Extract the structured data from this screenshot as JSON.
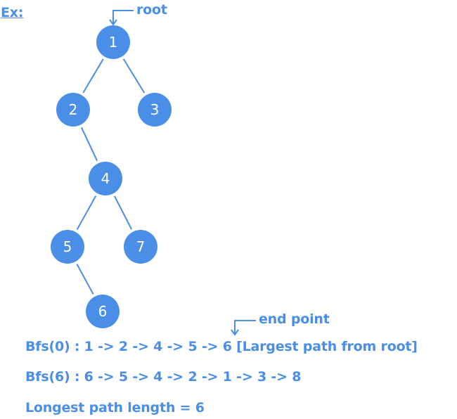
{
  "example_label": "Ex:",
  "annotations": {
    "root": "root",
    "end_point": "end point"
  },
  "tree": {
    "nodes": [
      {
        "id": "n1",
        "label": "1"
      },
      {
        "id": "n2",
        "label": "2"
      },
      {
        "id": "n3",
        "label": "3"
      },
      {
        "id": "n4",
        "label": "4"
      },
      {
        "id": "n5",
        "label": "5"
      },
      {
        "id": "n7",
        "label": "7"
      },
      {
        "id": "n6",
        "label": "6"
      }
    ],
    "edges": [
      [
        "n1",
        "n2"
      ],
      [
        "n1",
        "n3"
      ],
      [
        "n2",
        "n4"
      ],
      [
        "n4",
        "n5"
      ],
      [
        "n4",
        "n7"
      ],
      [
        "n5",
        "n6"
      ]
    ]
  },
  "lines": [
    "Bfs(0) : 1 -> 2 -> 4 -> 5 -> 6 [Largest path from root]",
    "Bfs(6) : 6 -> 5 -> 4 -> 2 -> 1 -> 3 -> 8",
    "Longest path length = 6"
  ],
  "colors": {
    "node": "#4a8ee8",
    "text": "#4a8ee8",
    "node_label": "#ffffff"
  }
}
